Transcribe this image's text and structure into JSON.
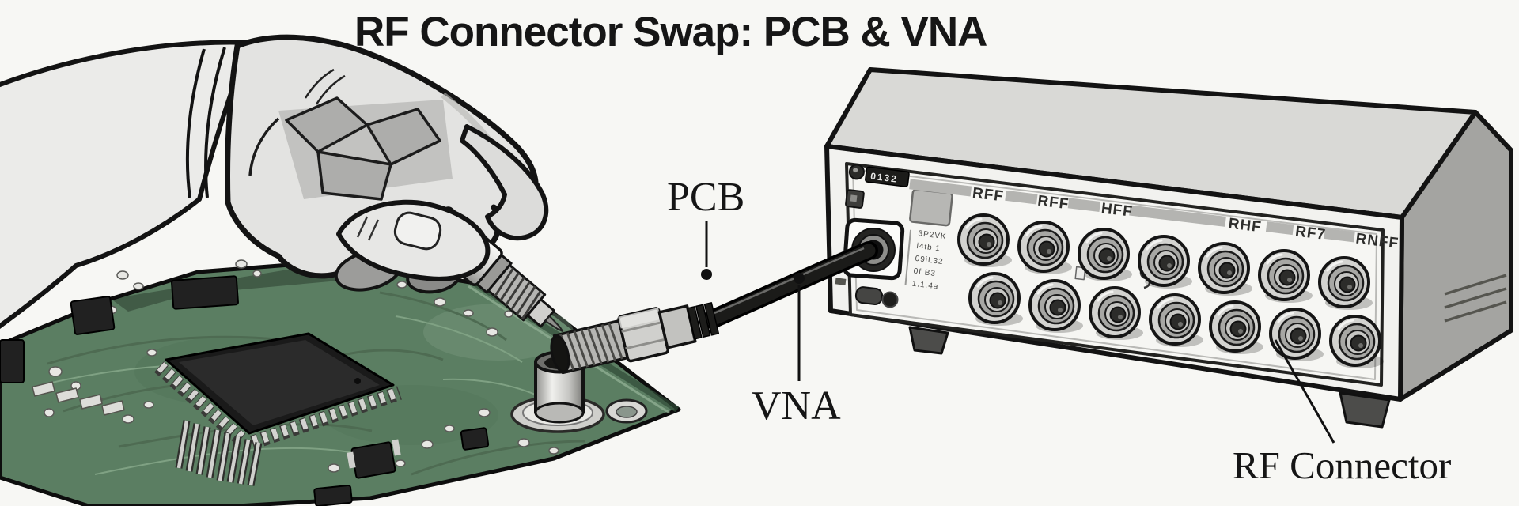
{
  "title": "RF Connector Swap: PCB & VNA",
  "annotations": {
    "pcb_label": "PCB",
    "vna_label": "VNA",
    "rf_connector_label": "RF Connector"
  },
  "vna_panel": {
    "badge_text": "0132",
    "port_labels": [
      "RFF",
      "RFF",
      "HFF",
      "RHF",
      "RF7",
      "RNFF"
    ],
    "side_text_lines": [
      "3P2VK",
      "i4tb 1",
      "09iL32",
      "0f B3",
      "1.1.4a"
    ]
  },
  "colors": {
    "background": "#f7f7f4",
    "pcb_green": "#5b7e62",
    "vna_top": "#d9d9d6",
    "vna_side": "#a4a4a1",
    "vna_front": "#f2f2ef",
    "panel_inner": "#f6f6f3",
    "strip_gray": "#b4b4b1",
    "cable_black": "#1b1b19",
    "hand_gray": "#e3e3e1",
    "outline": "#131313"
  }
}
